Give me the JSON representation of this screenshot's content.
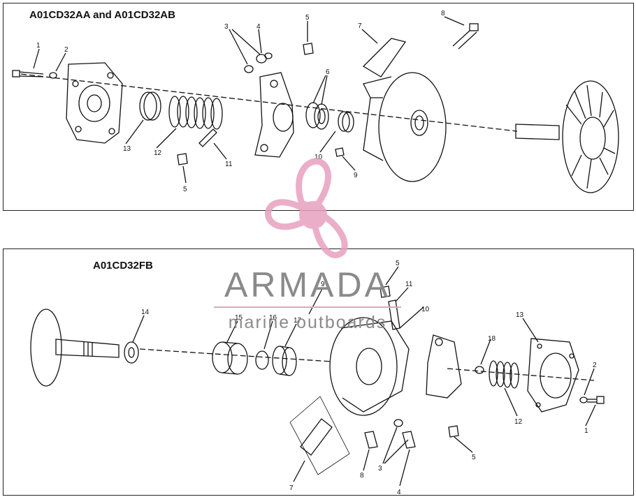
{
  "diagrams": {
    "top": {
      "title": "A01CD32AA and A01CD32AB",
      "callouts": [
        "1",
        "2",
        "3",
        "4",
        "5",
        "6",
        "7",
        "8",
        "13",
        "12",
        "11",
        "10",
        "9",
        "5"
      ]
    },
    "bottom": {
      "title": "A01CD32FB",
      "callouts": [
        "14",
        "15",
        "16",
        "17",
        "9",
        "5",
        "11",
        "10",
        "13",
        "18",
        "2",
        "12",
        "1",
        "5",
        "7",
        "8",
        "3",
        "4"
      ]
    }
  },
  "watermark": {
    "brand": "ARMADA",
    "tagline": "marine outboards",
    "logo_color": "#e8a0c0",
    "text_color": "#8a8a8a"
  },
  "colors": {
    "line": "#111111",
    "background": "#ffffff"
  }
}
